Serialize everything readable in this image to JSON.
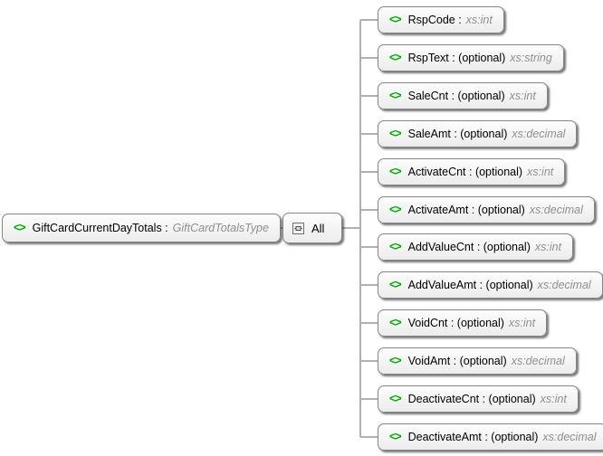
{
  "diagram": {
    "element_icon_glyph": "<>",
    "root": {
      "label": "GiftCardCurrentDayTotals :",
      "type": "GiftCardTotalsType"
    },
    "compositor": {
      "label": "All"
    },
    "children": [
      {
        "label": "RspCode :",
        "type": "xs:int"
      },
      {
        "label": "RspText : (optional)",
        "type": "xs:string"
      },
      {
        "label": "SaleCnt : (optional)",
        "type": "xs:int"
      },
      {
        "label": "SaleAmt : (optional)",
        "type": "xs:decimal"
      },
      {
        "label": "ActivateCnt : (optional)",
        "type": "xs:int"
      },
      {
        "label": "ActivateAmt : (optional)",
        "type": "xs:decimal"
      },
      {
        "label": "AddValueCnt : (optional)",
        "type": "xs:int"
      },
      {
        "label": "AddValueAmt : (optional)",
        "type": "xs:decimal"
      },
      {
        "label": "VoidCnt : (optional)",
        "type": "xs:int"
      },
      {
        "label": "VoidAmt : (optional)",
        "type": "xs:decimal"
      },
      {
        "label": "DeactivateCnt : (optional)",
        "type": "xs:int"
      },
      {
        "label": "DeactivateAmt : (optional)",
        "type": "xs:decimal"
      }
    ],
    "colors": {
      "element_icon": "#00a800",
      "type_text": "#8f8f8f",
      "connector": "#b0b0b0",
      "box_border": "#858585"
    }
  }
}
